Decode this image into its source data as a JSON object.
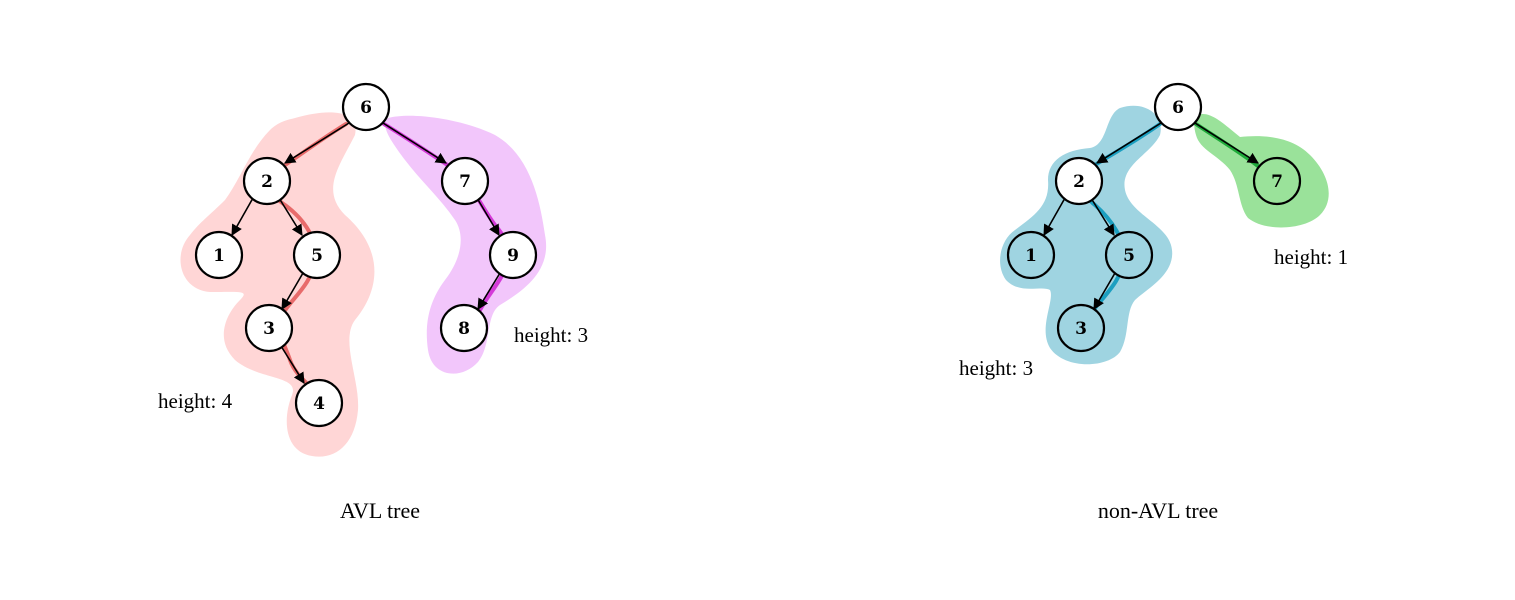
{
  "trees": [
    {
      "caption": "AVL tree",
      "nodes": [
        {
          "id": "a6",
          "label": "6"
        },
        {
          "id": "a2",
          "label": "2"
        },
        {
          "id": "a7",
          "label": "7"
        },
        {
          "id": "a1",
          "label": "1"
        },
        {
          "id": "a5",
          "label": "5"
        },
        {
          "id": "a9",
          "label": "9"
        },
        {
          "id": "a3",
          "label": "3"
        },
        {
          "id": "a8",
          "label": "8"
        },
        {
          "id": "a4",
          "label": "4"
        }
      ],
      "edges": [
        [
          "a6",
          "a2"
        ],
        [
          "a6",
          "a7"
        ],
        [
          "a2",
          "a1"
        ],
        [
          "a2",
          "a5"
        ],
        [
          "a5",
          "a3"
        ],
        [
          "a3",
          "a4"
        ],
        [
          "a7",
          "a9"
        ],
        [
          "a9",
          "a8"
        ]
      ],
      "subtrees": [
        {
          "name": "left",
          "height_label": "height: 4",
          "color": "#ffd6d6",
          "path_color": "#e86b6b"
        },
        {
          "name": "right",
          "height_label": "height: 3",
          "color": "#f2c6fb",
          "path_color": "#d43ad8"
        }
      ]
    },
    {
      "caption": "non-AVL tree",
      "nodes": [
        {
          "id": "b6",
          "label": "6"
        },
        {
          "id": "b2",
          "label": "2"
        },
        {
          "id": "b7",
          "label": "7"
        },
        {
          "id": "b1",
          "label": "1"
        },
        {
          "id": "b5",
          "label": "5"
        },
        {
          "id": "b3",
          "label": "3"
        }
      ],
      "edges": [
        [
          "b6",
          "b2"
        ],
        [
          "b6",
          "b7"
        ],
        [
          "b2",
          "b1"
        ],
        [
          "b2",
          "b5"
        ],
        [
          "b5",
          "b3"
        ]
      ],
      "subtrees": [
        {
          "name": "left",
          "height_label": "height: 3",
          "color": "#9fd4e1",
          "path_color": "#1c9fc0"
        },
        {
          "name": "right",
          "height_label": "height: 1",
          "color": "#9ae29a",
          "path_color": "#1faa3a"
        }
      ]
    }
  ]
}
